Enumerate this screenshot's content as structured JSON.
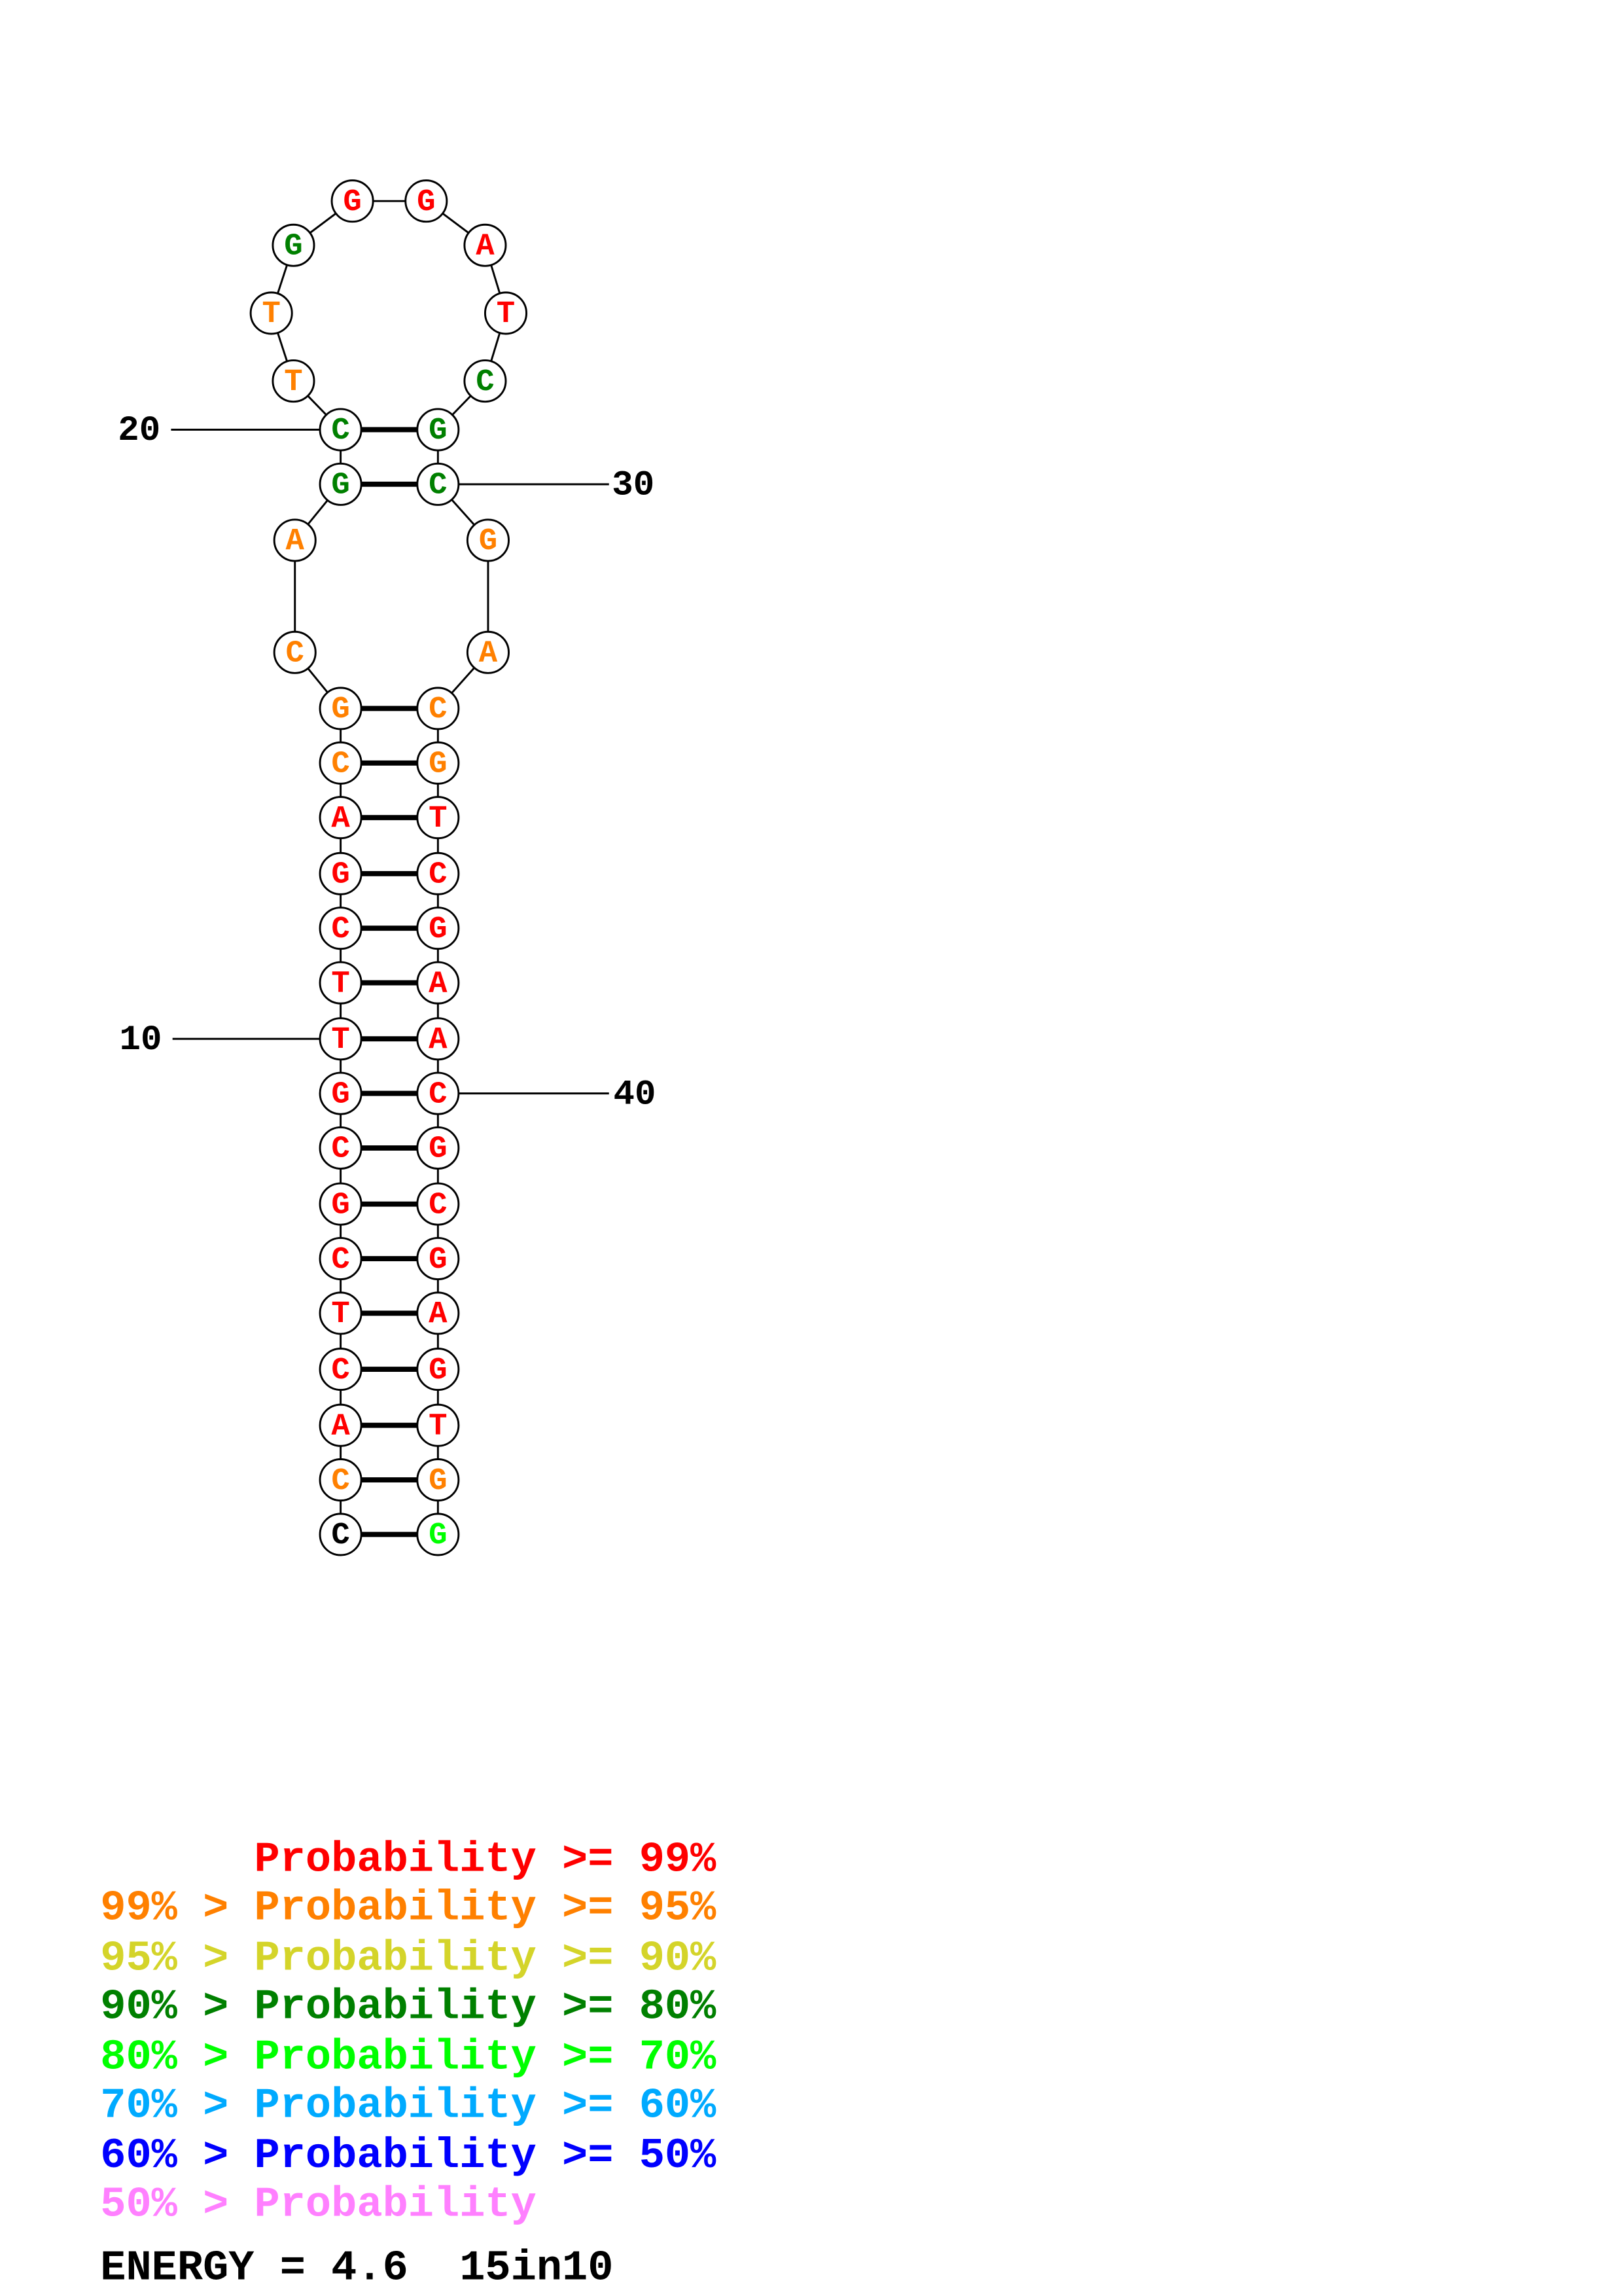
{
  "sequence": [
    "C",
    "C",
    "A",
    "C",
    "T",
    "C",
    "G",
    "C",
    "G",
    "T",
    "T",
    "C",
    "G",
    "A",
    "C",
    "G",
    "C",
    "A",
    "G",
    "C",
    "T",
    "T",
    "G",
    "G",
    "G",
    "A",
    "T",
    "C",
    "G",
    "C",
    "G",
    "A",
    "C",
    "G",
    "T",
    "C",
    "G",
    "A",
    "A",
    "C",
    "G",
    "C",
    "G",
    "A",
    "G",
    "T",
    "G",
    "G"
  ],
  "probability_class": [
    ">=80",
    "99-95",
    ">=99",
    ">=99",
    ">=99",
    ">=99",
    ">=99",
    ">=99",
    ">=99",
    ">=99",
    ">=99",
    ">=99",
    ">=99",
    ">=99",
    "99-95",
    "99-95",
    "99-95",
    "99-95",
    "90-80",
    "90-80",
    "99-95",
    "99-95",
    "90-80",
    ">=99",
    ">=99",
    ">=99",
    ">=99",
    "90-80",
    "90-80",
    "90-80",
    "99-95",
    "99-95",
    "99-95",
    "99-95",
    ">=99",
    ">=99",
    ">=99",
    ">=99",
    ">=99",
    ">=99",
    ">=99",
    ">=99",
    ">=99",
    ">=99",
    ">=99",
    ">=99",
    "99-95",
    "80-70"
  ],
  "class_colors": {
    ">=99": "#ff0000",
    "99-95": "#ff8000",
    "95-90": "#d4d42a",
    "90-80": "#008000",
    "80-70": "#00ff00",
    "70-60": "#00aaff",
    "60-50": "#0000ff",
    "<50": "#ff80ff"
  },
  "pairs": [
    [
      1,
      48
    ],
    [
      2,
      47
    ],
    [
      3,
      46
    ],
    [
      4,
      45
    ],
    [
      5,
      44
    ],
    [
      6,
      43
    ],
    [
      7,
      42
    ],
    [
      8,
      41
    ],
    [
      9,
      40
    ],
    [
      10,
      39
    ],
    [
      11,
      38
    ],
    [
      12,
      37
    ],
    [
      13,
      36
    ],
    [
      14,
      35
    ],
    [
      15,
      34
    ],
    [
      16,
      33
    ],
    [
      19,
      30
    ],
    [
      20,
      29
    ]
  ],
  "position_labels": {
    "l10": "10",
    "l20": "20",
    "l30": "30",
    "l40": "40"
  },
  "legend": [
    {
      "prefix": "      ",
      "text": "Probability >= 99%",
      "color": "#ff0000"
    },
    {
      "prefix": "",
      "text": "99% > Probability >= 95%",
      "color": "#ff8000"
    },
    {
      "prefix": "",
      "text": "95% > Probability >= 90%",
      "color": "#d4d42a"
    },
    {
      "prefix": "",
      "text": "90% > Probability >= 80%",
      "color": "#008000"
    },
    {
      "prefix": "",
      "text": "80% > Probability >= 70%",
      "color": "#00ff00"
    },
    {
      "prefix": "",
      "text": "70% > Probability >= 60%",
      "color": "#00aaff"
    },
    {
      "prefix": "",
      "text": "60% > Probability >= 50%",
      "color": "#0000ff"
    },
    {
      "prefix": "",
      "text": "50% > Probability",
      "color": "#ff80ff"
    }
  ],
  "energy": "ENERGY = 4.6  15in10"
}
